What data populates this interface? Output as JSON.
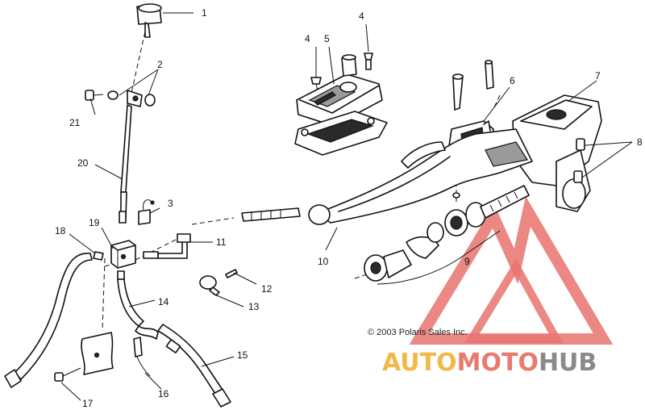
{
  "callouts": [
    {
      "id": "c1",
      "label": "1"
    },
    {
      "id": "c2",
      "label": "2"
    },
    {
      "id": "c3",
      "label": "3"
    },
    {
      "id": "c4a",
      "label": "4"
    },
    {
      "id": "c4b",
      "label": "4"
    },
    {
      "id": "c5",
      "label": "5"
    },
    {
      "id": "c6",
      "label": "6"
    },
    {
      "id": "c7",
      "label": "7"
    },
    {
      "id": "c8",
      "label": "8"
    },
    {
      "id": "c9",
      "label": "9"
    },
    {
      "id": "c10",
      "label": "10"
    },
    {
      "id": "c11",
      "label": "11"
    },
    {
      "id": "c12",
      "label": "12"
    },
    {
      "id": "c13",
      "label": "13"
    },
    {
      "id": "c14",
      "label": "14"
    },
    {
      "id": "c15",
      "label": "15"
    },
    {
      "id": "c16",
      "label": "16"
    },
    {
      "id": "c17",
      "label": "17"
    },
    {
      "id": "c18",
      "label": "18"
    },
    {
      "id": "c19",
      "label": "19"
    },
    {
      "id": "c20",
      "label": "20"
    },
    {
      "id": "c21",
      "label": "21"
    }
  ],
  "copyright": "© 2003 Polaris Sales Inc.",
  "watermark": {
    "part_a": "AUTO",
    "part_b": "MOTO",
    "part_c": "HUB",
    "colors": {
      "a": "#f2b84a",
      "b": "#ea7a70",
      "c": "#8a8a8a"
    }
  }
}
